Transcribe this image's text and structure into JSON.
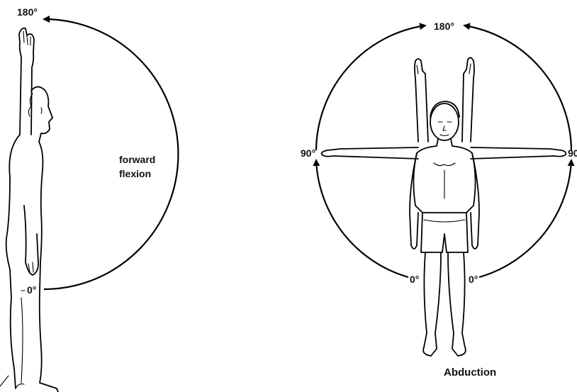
{
  "left": {
    "angle_top": "180°",
    "angle_bottom": "0°",
    "motion_line1": "forward",
    "motion_line2": "flexion"
  },
  "right": {
    "angle_top": "180°",
    "angle_left": "90°",
    "angle_right": "90",
    "angle_bottom_left": "0°",
    "angle_bottom_right": "0°",
    "caption": "Abduction"
  }
}
